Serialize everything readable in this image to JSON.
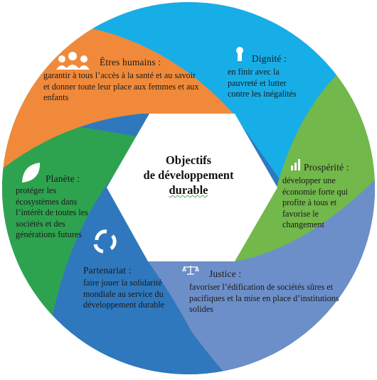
{
  "center": {
    "line1": "Objectifs",
    "line2": "de développement",
    "line3": "durable"
  },
  "segments": [
    {
      "id": "etres-humains",
      "title": "Êtres humains :",
      "body": "garantir à tous l’accès à la santé et au savoir et donner toute leur place aux femmes et aux enfants",
      "color": "#f08a3a",
      "icon": "people-icon"
    },
    {
      "id": "dignite",
      "title": "Dignité :",
      "body": "en finir avec la pauvreté et lutter contre les inégalités",
      "color": "#17aee8",
      "icon": "keyhole-icon"
    },
    {
      "id": "prosperite",
      "title": "Prospérité :",
      "body": "développer une économie forte qui profite à tous et favorise le changement",
      "color": "#72b84a",
      "icon": "bar-chart-icon"
    },
    {
      "id": "justice",
      "title": "Justice :",
      "body": "favoriser l’édification de sociétés sûres et pacifiques et la mise en place d’institutions solides",
      "color": "#6d8fc9",
      "icon": "scales-icon"
    },
    {
      "id": "partenariat",
      "title": "Partenariat :",
      "body": "faire jouer la solidarité mondiale au service du développement durable",
      "color": "#2f78bd",
      "icon": "cycle-arrows-icon"
    },
    {
      "id": "planete",
      "title": "Planète :",
      "body": "protéger les écosystèmes dans l’intérêt de toutes les sociétés et des générations futures",
      "color": "#2ea34f",
      "icon": "leaf-icon"
    }
  ]
}
